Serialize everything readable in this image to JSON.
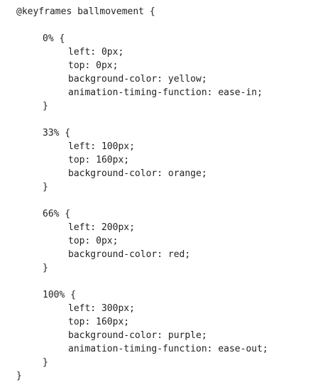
{
  "code": {
    "language": "css",
    "lines": [
      {
        "text": "@keyframes ballmovement {",
        "indent": 0
      },
      {
        "text": "",
        "indent": 0
      },
      {
        "text": "0% {",
        "indent": 1
      },
      {
        "text": "left: 0px;",
        "indent": 2
      },
      {
        "text": "top: 0px;",
        "indent": 2
      },
      {
        "text": "background-color: yellow;",
        "indent": 2
      },
      {
        "text": "animation-timing-function: ease-in;",
        "indent": 2
      },
      {
        "text": "}",
        "indent": 1
      },
      {
        "text": "",
        "indent": 0
      },
      {
        "text": "33% {",
        "indent": 1
      },
      {
        "text": "left: 100px;",
        "indent": 2
      },
      {
        "text": "top: 160px;",
        "indent": 2
      },
      {
        "text": "background-color: orange;",
        "indent": 2
      },
      {
        "text": "}",
        "indent": 1
      },
      {
        "text": "",
        "indent": 0
      },
      {
        "text": "66% {",
        "indent": 1
      },
      {
        "text": "left: 200px;",
        "indent": 2
      },
      {
        "text": "top: 0px;",
        "indent": 2
      },
      {
        "text": "background-color: red;",
        "indent": 2
      },
      {
        "text": "}",
        "indent": 1
      },
      {
        "text": "",
        "indent": 0
      },
      {
        "text": "100% {",
        "indent": 1
      },
      {
        "text": "left: 300px;",
        "indent": 2
      },
      {
        "text": "top: 160px;",
        "indent": 2
      },
      {
        "text": "background-color: purple;",
        "indent": 2
      },
      {
        "text": "animation-timing-function: ease-out;",
        "indent": 2
      },
      {
        "text": "}",
        "indent": 1
      },
      {
        "text": "}",
        "indent": 0
      }
    ]
  }
}
